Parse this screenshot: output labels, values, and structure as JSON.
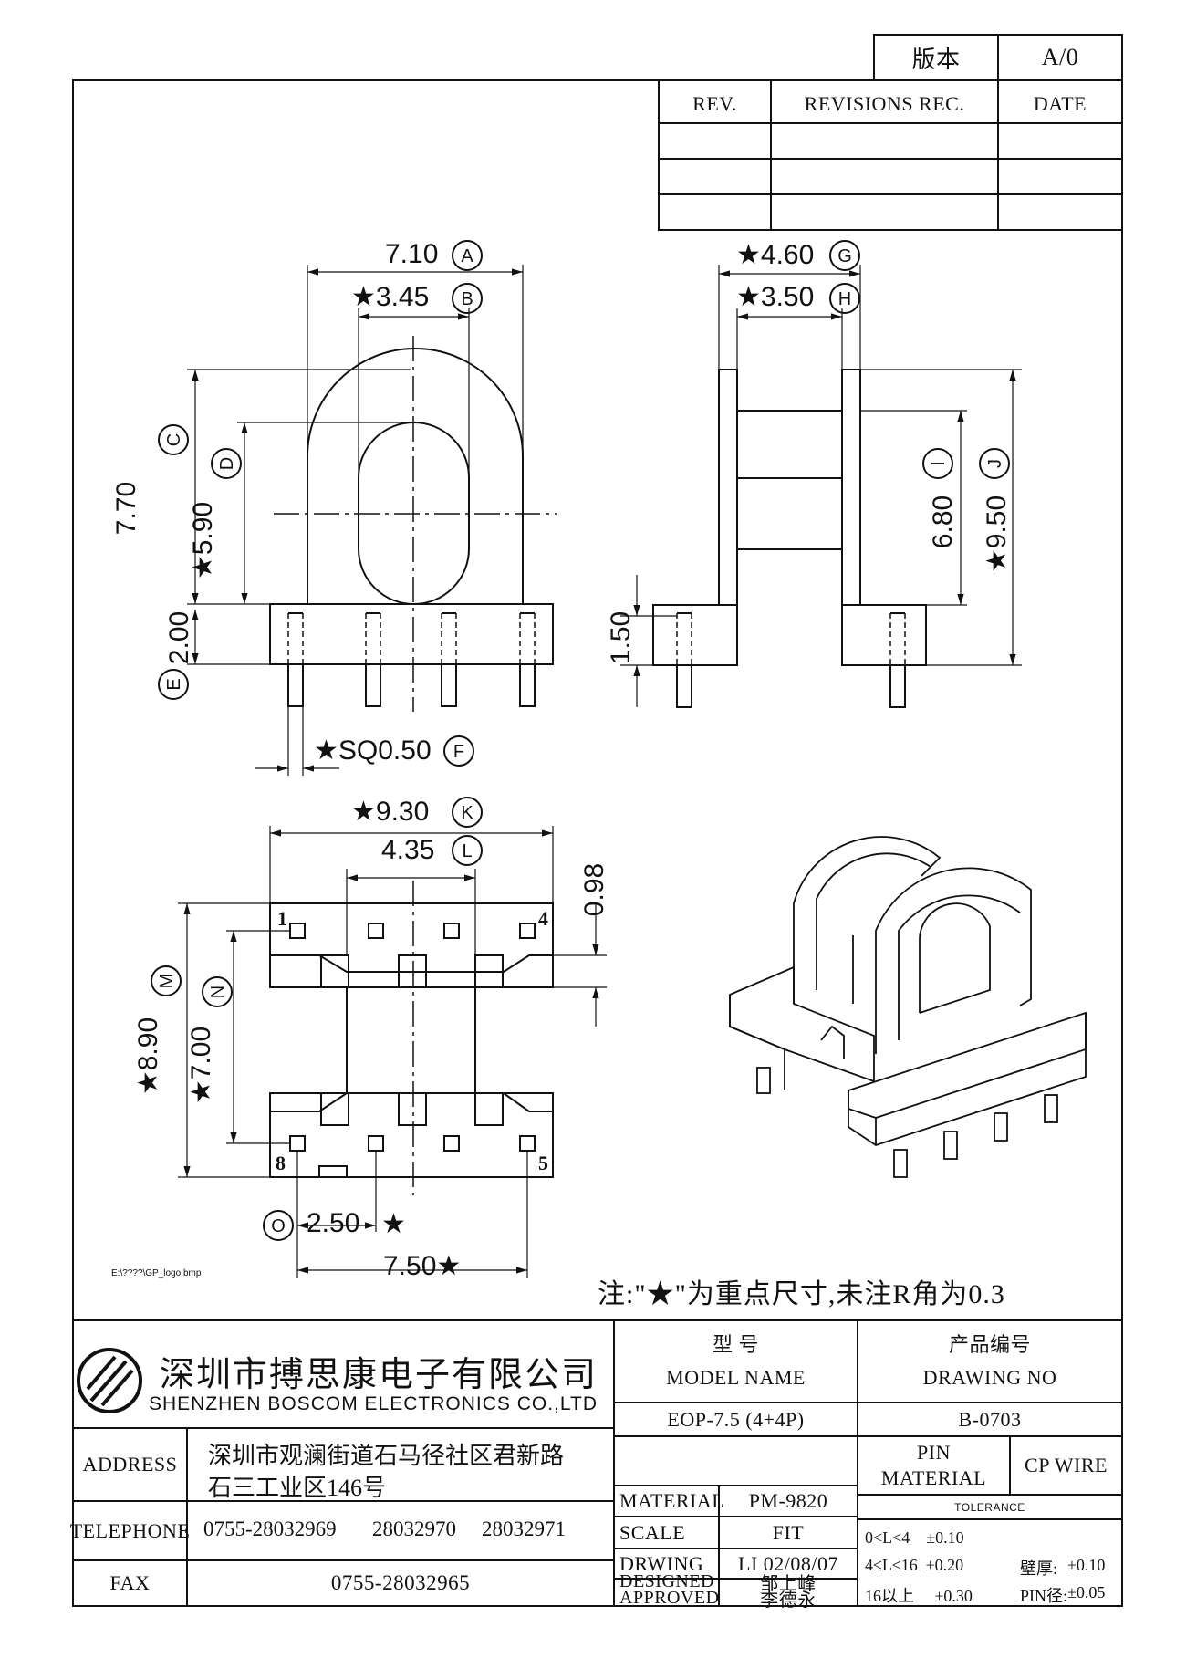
{
  "version": {
    "label": "版本",
    "value": "A/0"
  },
  "revision_table": {
    "headers": [
      "REV.",
      "REVISIONS REC.",
      "DATE"
    ]
  },
  "dimensions": {
    "A": "7.10",
    "B": "★3.45",
    "C": "7.70",
    "D": "★5.90",
    "E": "2.00",
    "F": "★SQ0.50",
    "G": "★4.60",
    "H": "★3.50",
    "I": "6.80",
    "J": "★9.50",
    "side_pin": "1.50",
    "K": "★9.30",
    "L": "4.35",
    "M": "★8.90",
    "N": "★7.00",
    "O": "2.50",
    "O_star": "★",
    "bottom": "7.50★",
    "top_gap": "0.98"
  },
  "dimension_letters": [
    "A",
    "B",
    "C",
    "D",
    "E",
    "F",
    "G",
    "H",
    "I",
    "J",
    "K",
    "L",
    "M",
    "N",
    "O"
  ],
  "pin_numbers": {
    "p1": "1",
    "p4": "4",
    "p8": "8",
    "p5": "5"
  },
  "logo_path": "E:\\????\\GP_logo.bmp",
  "note": "注:\"★\"为重点尺寸,未注R角为0.3",
  "company": {
    "name_cn": "深圳市搏思康电子有限公司",
    "name_en": "SHENZHEN BOSCOM ELECTRONICS CO.,LTD"
  },
  "title_block": {
    "address_label": "ADDRESS",
    "address_line1": "深圳市观澜街道石马径社区君新路",
    "address_line2": "石三工业区146号",
    "telephone_label": "TELEPHONE",
    "telephone": [
      "0755-28032969",
      "28032970",
      "28032971"
    ],
    "fax_label": "FAX",
    "fax": "0755-28032965",
    "model_label_cn": "型    号",
    "model_label_en": "MODEL NAME",
    "model_value": "EOP-7.5 (4+4P)",
    "drawing_label_cn": "产品编号",
    "drawing_label_en": "DRAWING NO",
    "drawing_value": "B-0703",
    "material_label": "MATERIAL",
    "material_value": "PM-9820",
    "scale_label": "SCALE",
    "scale_value": "FIT",
    "drwing_label": "DRWING",
    "drwing_value": "LI 02/08/07",
    "designed_label": "DESIGNED",
    "designed_value": "邹上峰",
    "approved_label": "APPROVED",
    "approved_value": "李德永",
    "pin_material_label1": "PIN",
    "pin_material_label2": "MATERIAL",
    "pin_material_value": "CP WIRE",
    "tolerance_label": "TOLERANCE",
    "tol1": "0<L<4    ±0.10",
    "tol2": "4≤L≤16  ±0.20",
    "tol3": "16以上     ±0.30",
    "wall_label": "壁厚:",
    "wall_value": "±0.10",
    "pin_dia_label": "PIN径:",
    "pin_dia_value": "±0.05"
  }
}
